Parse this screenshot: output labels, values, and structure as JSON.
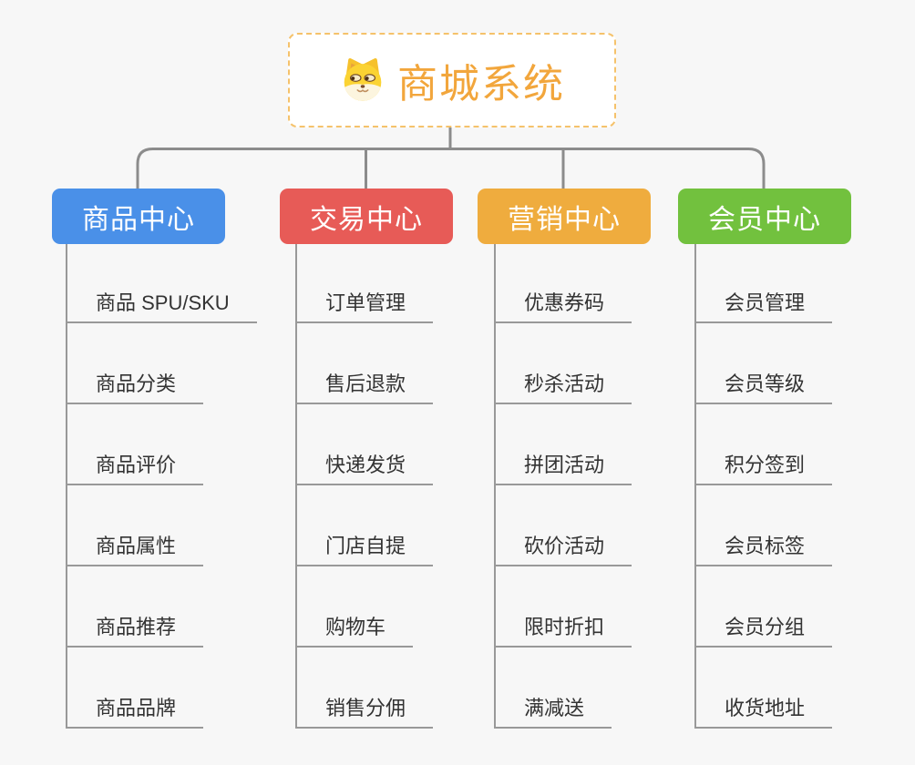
{
  "canvas_background": "#F7F7F7",
  "connector_color": "#8C8C8C",
  "leaf_line_color": "#999999",
  "leaf_text_color": "#333333",
  "branch_text_color": "#FFFFFF",
  "root": {
    "label": "商城系统",
    "icon": "shiba-dog-icon",
    "text_color": "#F2A63C",
    "border_color": "#F5C26B",
    "background": "#FFFFFF"
  },
  "branches": [
    {
      "label": "商品中心",
      "color": "#4A90E8",
      "items": [
        "商品 SPU/SKU",
        "商品分类",
        "商品评价",
        "商品属性",
        "商品推荐",
        "商品品牌"
      ]
    },
    {
      "label": "交易中心",
      "color": "#E75B57",
      "items": [
        "订单管理",
        "售后退款",
        "快递发货",
        "门店自提",
        "购物车",
        "销售分佣"
      ]
    },
    {
      "label": "营销中心",
      "color": "#EFAC3E",
      "items": [
        "优惠券码",
        "秒杀活动",
        "拼团活动",
        "砍价活动",
        "限时折扣",
        "满减送"
      ]
    },
    {
      "label": "会员中心",
      "color": "#72C13E",
      "items": [
        "会员管理",
        "会员等级",
        "积分签到",
        "会员标签",
        "会员分组",
        "收货地址"
      ]
    }
  ]
}
